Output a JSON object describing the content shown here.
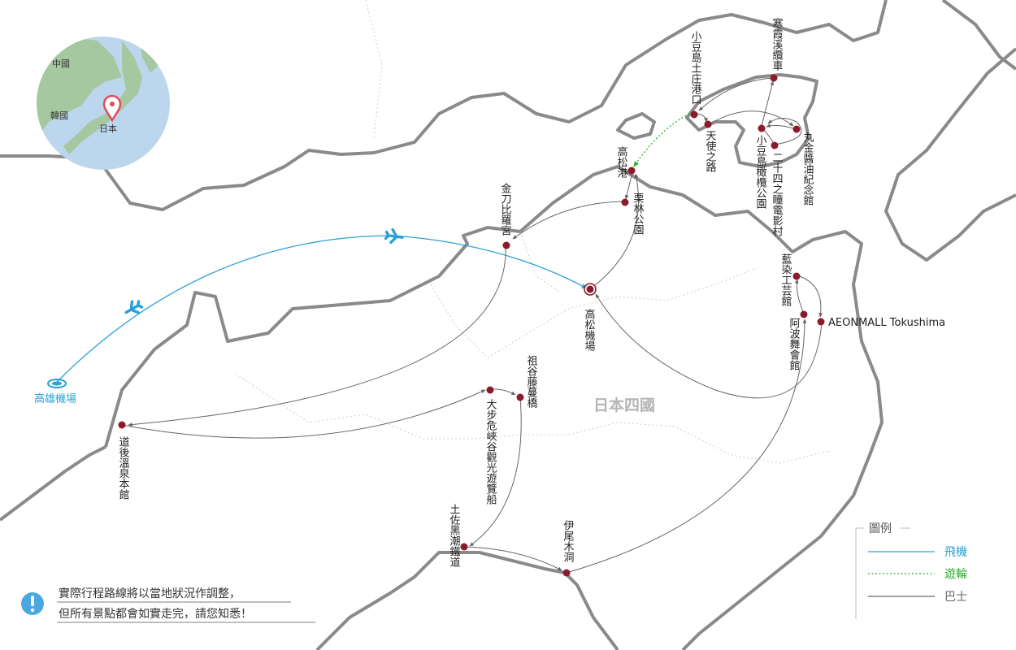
{
  "region_label": "日本四國",
  "inset": {
    "labels": [
      "中國",
      "韓國",
      "日本"
    ]
  },
  "places": {
    "kaohsiung_airport": "高雄機場",
    "takamatsu_airport": "高松機場",
    "takamatsu_port": "高松港",
    "ritsurin": "栗林公園",
    "kotohira": "金刀比羅宮",
    "dogo": "道後溫泉本館",
    "oboke": "大步危峽谷觀光遊覽船",
    "iya_bridge": "祖谷藤蔓橋",
    "tosa": "土佐黑潮鐵道",
    "iwaodo": "伊尾木洞",
    "awa_odori": "阿波舞會館",
    "aizome": "藍染工芸館",
    "aeon": "AEONMALL Tokushima",
    "tonosho": "小豆島土庄港口",
    "angel_road": "天使之路",
    "kankakei": "寒霞溪纜車",
    "marukin": "丸金醬油紀念館",
    "olive_park": "小豆島橄欖公園",
    "nijushi": "二十四之瞳電影村"
  },
  "legend": {
    "title": "圖例",
    "items": [
      {
        "label": "飛機",
        "color": "#2aa0d6",
        "style": "solid"
      },
      {
        "label": "遊輪",
        "color": "#33aa33",
        "style": "dotted"
      },
      {
        "label": "巴士",
        "color": "#666666",
        "style": "solid"
      }
    ]
  },
  "note": {
    "line1": "實際行程路線將以當地狀況作調整，",
    "line2": "但所有景點都會如實走完，請您知悉！"
  },
  "colors": {
    "stop": "#8b1a2b",
    "plane": "#2aa0d6",
    "ferry": "#33aa33",
    "bus": "#666666",
    "coast": "#8a8a8a"
  }
}
